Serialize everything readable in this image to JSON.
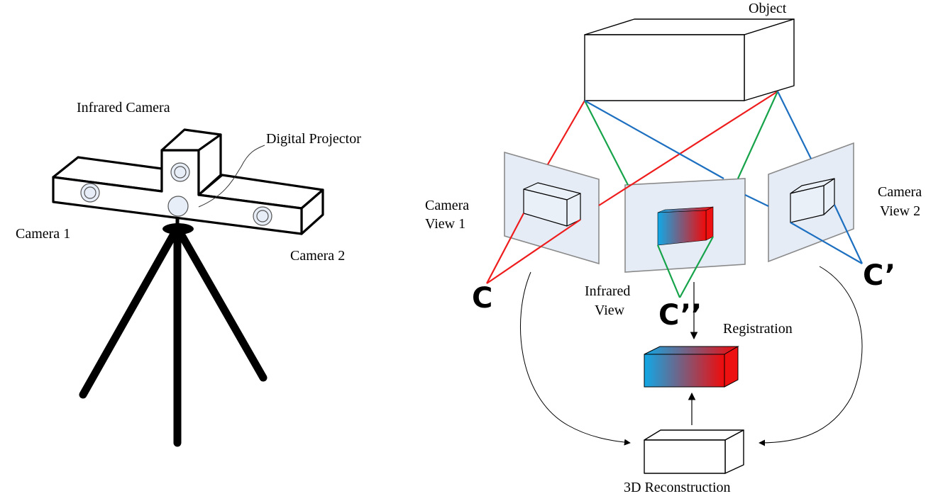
{
  "left_panel": {
    "labels": {
      "infrared_camera": "Infrared Camera",
      "digital_projector": "Digital Projector",
      "camera_1": "Camera 1",
      "camera_2": "Camera 2"
    }
  },
  "right_panel": {
    "labels": {
      "object": "Object",
      "camera_view_1_line1": "Camera",
      "camera_view_1_line2": "View 1",
      "camera_view_2_line1": "Camera",
      "camera_view_2_line2": "View 2",
      "infrared_view_line1": "Infrared",
      "infrared_view_line2": "View",
      "registration": "Registration",
      "reconstruction": "3D Reconstruction",
      "center_c": "C",
      "center_c_prime": "C’",
      "center_c_double_prime": "C’’"
    },
    "ray_colors": {
      "camera_1": "#ee1c1c",
      "infrared": "#16a34a",
      "camera_2": "#1d6fc0"
    },
    "gradient": {
      "start": "#10a8e6",
      "end": "#f00a0a"
    }
  }
}
